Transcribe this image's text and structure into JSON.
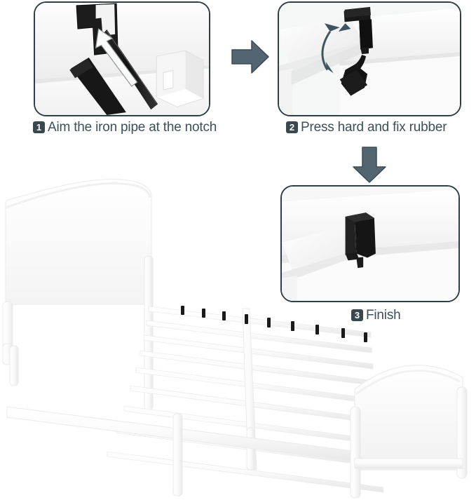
{
  "document": {
    "type": "assembly-instruction-diagram",
    "product": "white metal platform bed frame",
    "background_color": "#ffffff",
    "accent_color": "#3d4f58",
    "panel_border_color": "#2e3f45",
    "badge_color": "#39474f",
    "arrow_color": "#536570",
    "hardware_color": "#1a1a1a",
    "frame_color": "#ffffff"
  },
  "steps": [
    {
      "number": "1",
      "caption": "Aim the iron pipe at the notch",
      "illustration": "iron-pipe-aimed-at-black-bracket-notch"
    },
    {
      "number": "2",
      "caption": "Press hard and fix rubber",
      "illustration": "black-bracket-with-curved-press-arrows"
    },
    {
      "number": "3",
      "caption": "Finish",
      "illustration": "black-bracket-installed-on-slat"
    }
  ],
  "arrows": [
    {
      "name": "right-arrow",
      "direction": "right",
      "from_step": "1",
      "to_step": "2"
    },
    {
      "name": "down-arrow",
      "direction": "down",
      "from_step": "2",
      "to_step": "3"
    }
  ],
  "bed": {
    "name": "platform-bed-frame",
    "parts": [
      "headboard",
      "footboard",
      "side-rails",
      "metal-slats",
      "slat-clips",
      "legs"
    ],
    "slat_count": 11,
    "leg_count": 6
  }
}
